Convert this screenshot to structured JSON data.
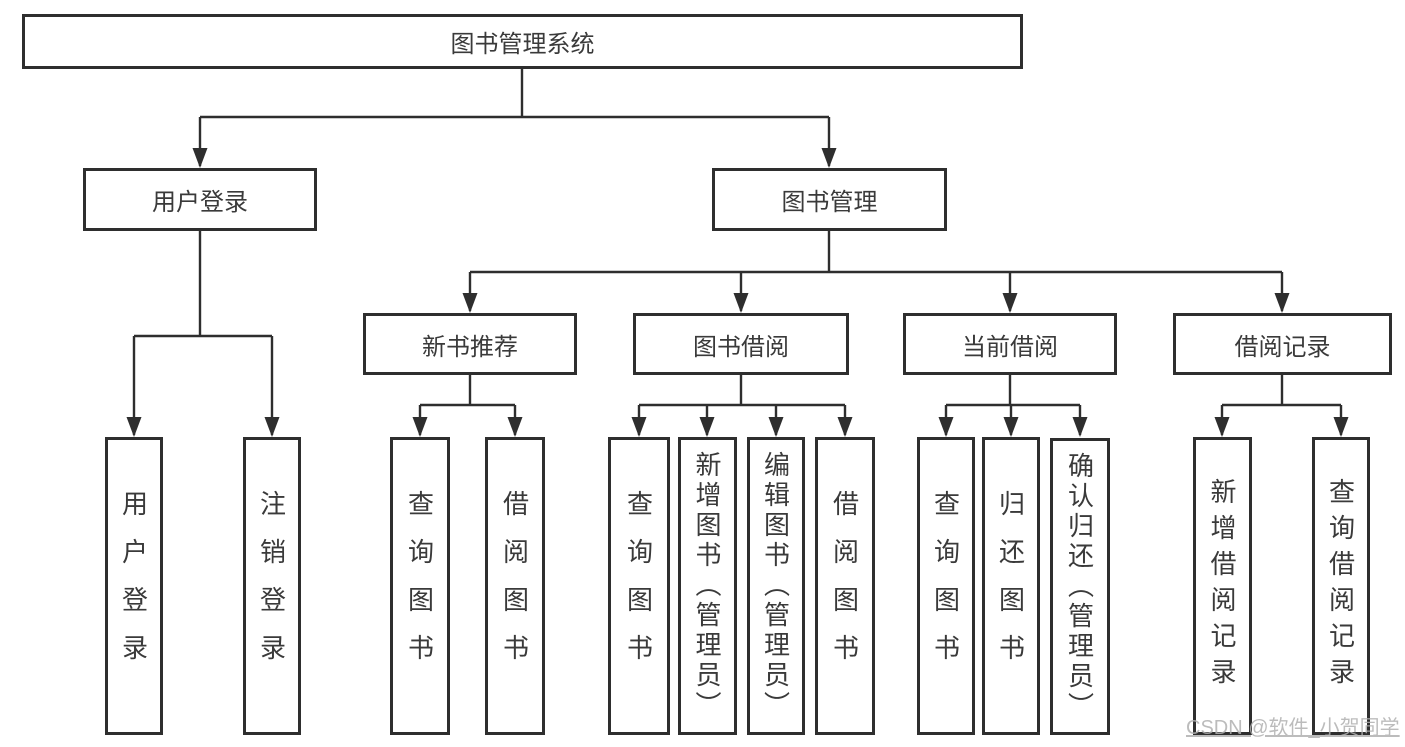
{
  "colors": {
    "line": "#2e2e2e",
    "text": "#3a3a3a",
    "background": "#ffffff",
    "watermark": "#b1b1b1"
  },
  "tree": {
    "label": "图书管理系统",
    "children": [
      {
        "label": "用户登录",
        "children": [
          {
            "label": "用户登录"
          },
          {
            "label": "注销登录"
          }
        ]
      },
      {
        "label": "图书管理",
        "children": [
          {
            "label": "新书推荐",
            "children": [
              {
                "label": "查询图书"
              },
              {
                "label": "借阅图书"
              }
            ]
          },
          {
            "label": "图书借阅",
            "children": [
              {
                "label": "查询图书"
              },
              {
                "label": "新增图书（管理员）"
              },
              {
                "label": "编辑图书（管理员）"
              },
              {
                "label": "借阅图书"
              }
            ]
          },
          {
            "label": "当前借阅",
            "children": [
              {
                "label": "查询图书"
              },
              {
                "label": "归还图书"
              },
              {
                "label": "确认归还（管理员）"
              }
            ]
          },
          {
            "label": "借阅记录",
            "children": [
              {
                "label": "新增借阅记录"
              },
              {
                "label": "查询借阅记录"
              }
            ]
          }
        ]
      }
    ]
  },
  "watermark": {
    "text": "CSDN @软件_小贺同学"
  }
}
